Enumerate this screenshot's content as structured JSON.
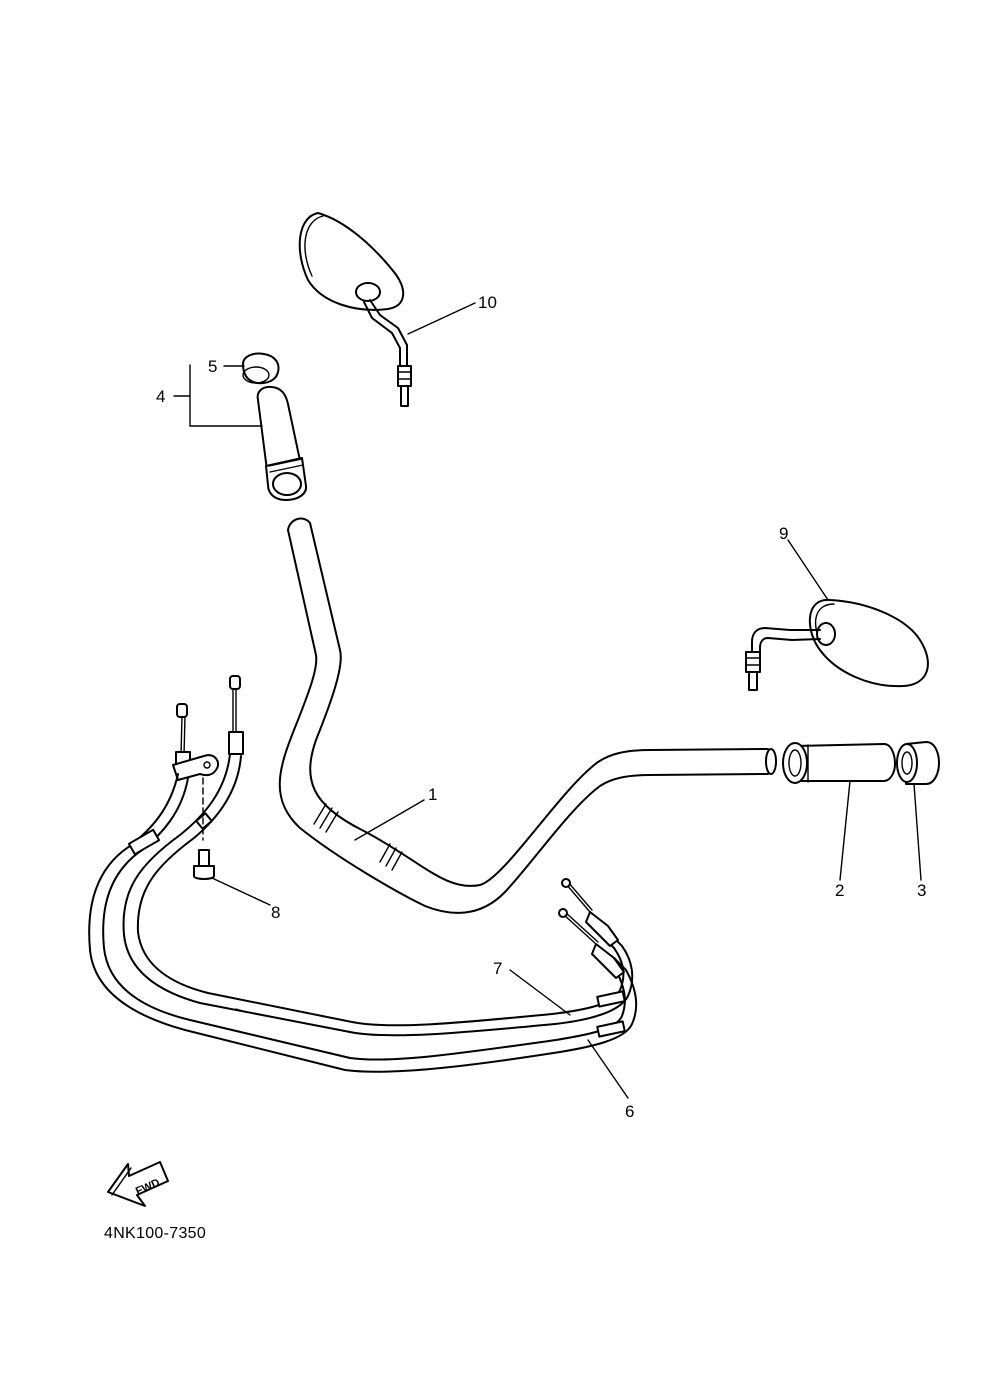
{
  "diagram": {
    "drawing_code": "4NK100-7350",
    "fwd_marker": "FWD",
    "parts": [
      {
        "number": "1",
        "part": "handlebar"
      },
      {
        "number": "2",
        "part": "right-grip"
      },
      {
        "number": "3",
        "part": "right-grip-end"
      },
      {
        "number": "4",
        "part": "left-grip-assembly"
      },
      {
        "number": "5",
        "part": "left-grip-end"
      },
      {
        "number": "6",
        "part": "throttle-cable-lower"
      },
      {
        "number": "7",
        "part": "throttle-cable-upper"
      },
      {
        "number": "8",
        "part": "cable-clamp-bolt"
      },
      {
        "number": "9",
        "part": "right-mirror"
      },
      {
        "number": "10",
        "part": "left-mirror"
      }
    ]
  }
}
